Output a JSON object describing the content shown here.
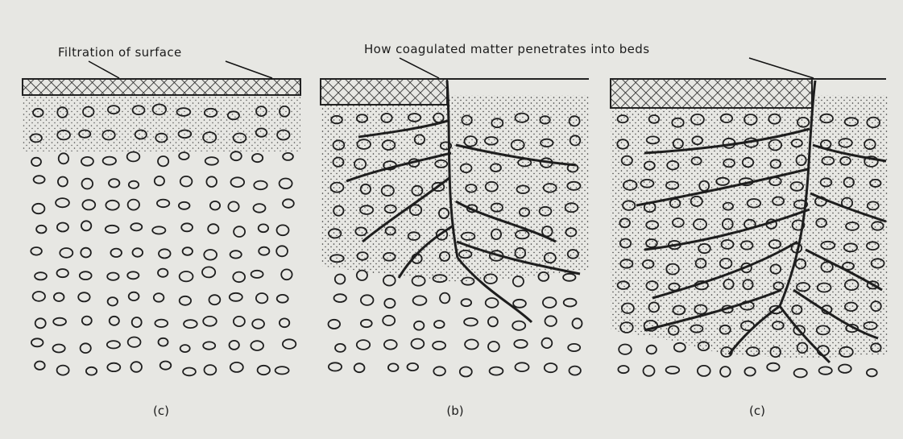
{
  "annotations": {
    "surface_filtration": "Filtration of surface",
    "penetration": "How coagulated matter penetrates into beds"
  },
  "panels": [
    {
      "caption": "(c)"
    },
    {
      "caption": "(b)"
    },
    {
      "caption": "(c)"
    }
  ],
  "colors": {
    "paper": "#e7e7e3",
    "ink": "#1c1c1c"
  }
}
